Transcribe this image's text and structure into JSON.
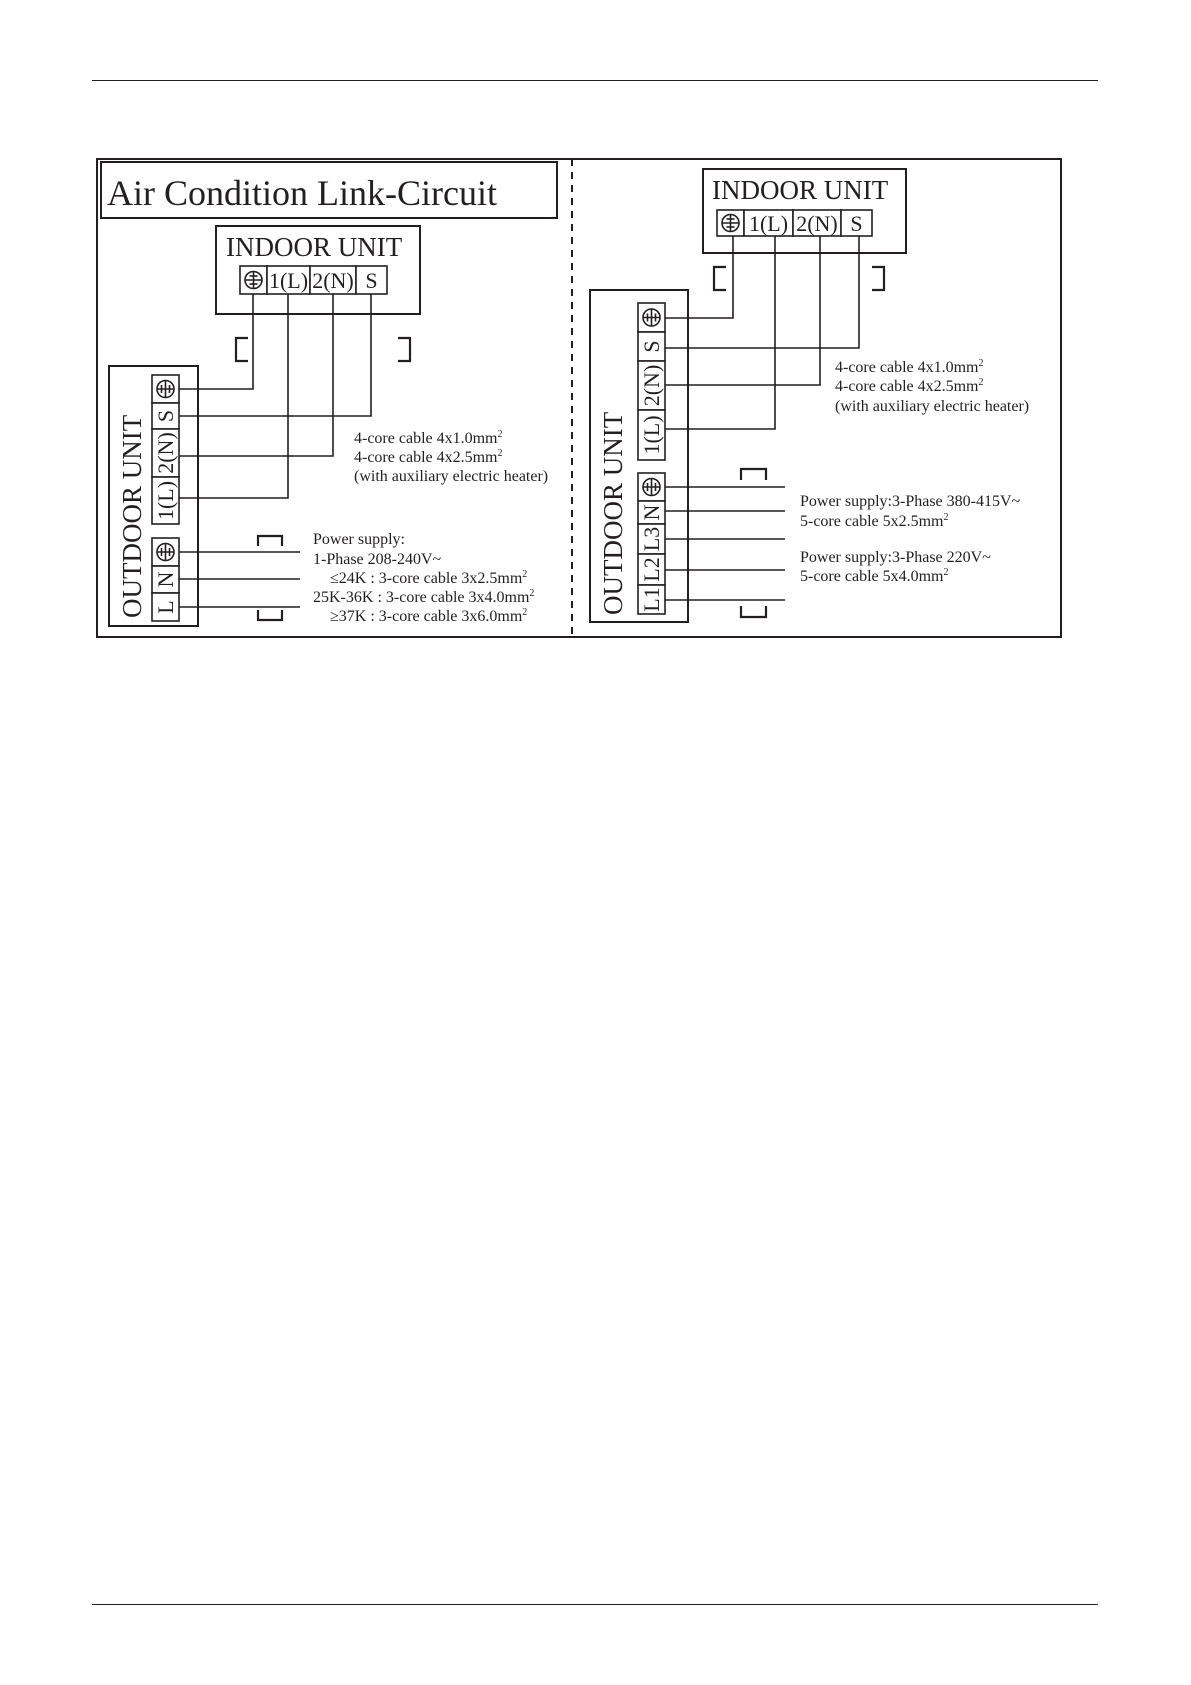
{
  "left": {
    "title": "Air Condition Link-Circuit",
    "indoor": {
      "label": "INDOOR UNIT",
      "terminals": [
        "1(L)",
        "2(N)",
        "S"
      ]
    },
    "outdoor": {
      "label": "OUTDOOR UNIT",
      "signal_terminals": [
        "S",
        "2(N)",
        "1(L)"
      ],
      "power_terminals": [
        "N",
        "L"
      ]
    },
    "cable_note": {
      "line1": "4-core cable  4x1.0mm",
      "line2": "4-core cable  4x2.5mm",
      "line3": "(with auxiliary electric heater)",
      "sup": "2"
    },
    "power_note": {
      "line1": "Power supply:",
      "line2": "1-Phase 208-240V~",
      "line3": "≤24K : 3-core cable  3x2.5mm",
      "line4": "25K-36K : 3-core cable  3x4.0mm",
      "line5": "≥37K : 3-core cable  3x6.0mm",
      "sup": "2"
    }
  },
  "right": {
    "indoor": {
      "label": "INDOOR UNIT",
      "terminals": [
        "1(L)",
        "2(N)",
        "S"
      ]
    },
    "outdoor": {
      "label": "OUTDOOR UNIT",
      "signal_terminals": [
        "S",
        "2(N)",
        "1(L)"
      ],
      "power_terminals": [
        "N",
        "L3",
        "L2",
        "L1"
      ]
    },
    "cable_note": {
      "line1": "4-core cable  4x1.0mm",
      "line2": "4-core cable  4x2.5mm",
      "line3": "(with auxiliary electric heater)",
      "sup": "2"
    },
    "power_note": {
      "line1": "Power supply:3-Phase 380-415V~",
      "line2": "5-core cable  5x2.5mm",
      "line3": "Power supply:3-Phase 220V~",
      "line4": "5-core cable  5x4.0mm",
      "sup": "2"
    }
  }
}
